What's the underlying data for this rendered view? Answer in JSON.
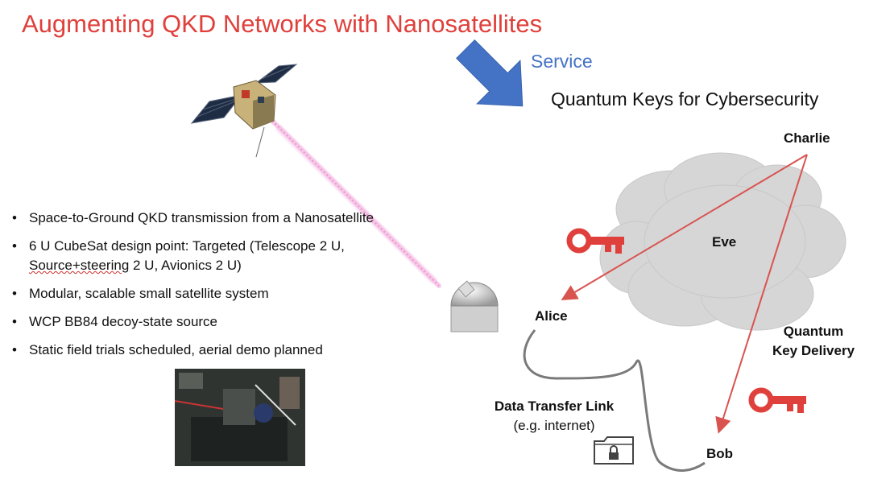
{
  "title": "Augmenting QKD Networks with Nanosatellites",
  "service_label": "Service",
  "subtitle": "Quantum Keys for Cybersecurity",
  "bullets": [
    "Space-to-Ground QKD transmission from a Nanosatellite",
    "6 U CubeSat design point: Targeted (Telescope 2 U,",
    "Source+steering",
    " 2 U, Avionics 2 U)",
    "Modular, scalable small satellite system",
    "WCP BB84 decoy-state source",
    "Static field trials scheduled, aerial demo planned"
  ],
  "nodes": {
    "charlie": "Charlie",
    "eve": "Eve",
    "alice": "Alice",
    "bob": "Bob"
  },
  "quantum_delivery": [
    "Quantum",
    "Key Delivery"
  ],
  "data_link": [
    "Data Transfer Link",
    "(e.g. internet)"
  ],
  "colors": {
    "title": "#e0403c",
    "service": "#4472c4",
    "arrow": "#4472c4",
    "key": "#e0403c",
    "quantum_arrow": "#d9534f",
    "cloud": "#d6d6d6"
  },
  "icons": [
    "satellite-icon",
    "laser-beam",
    "ground-telescope-icon",
    "key-icon",
    "locked-folder-icon",
    "lab-photo"
  ]
}
